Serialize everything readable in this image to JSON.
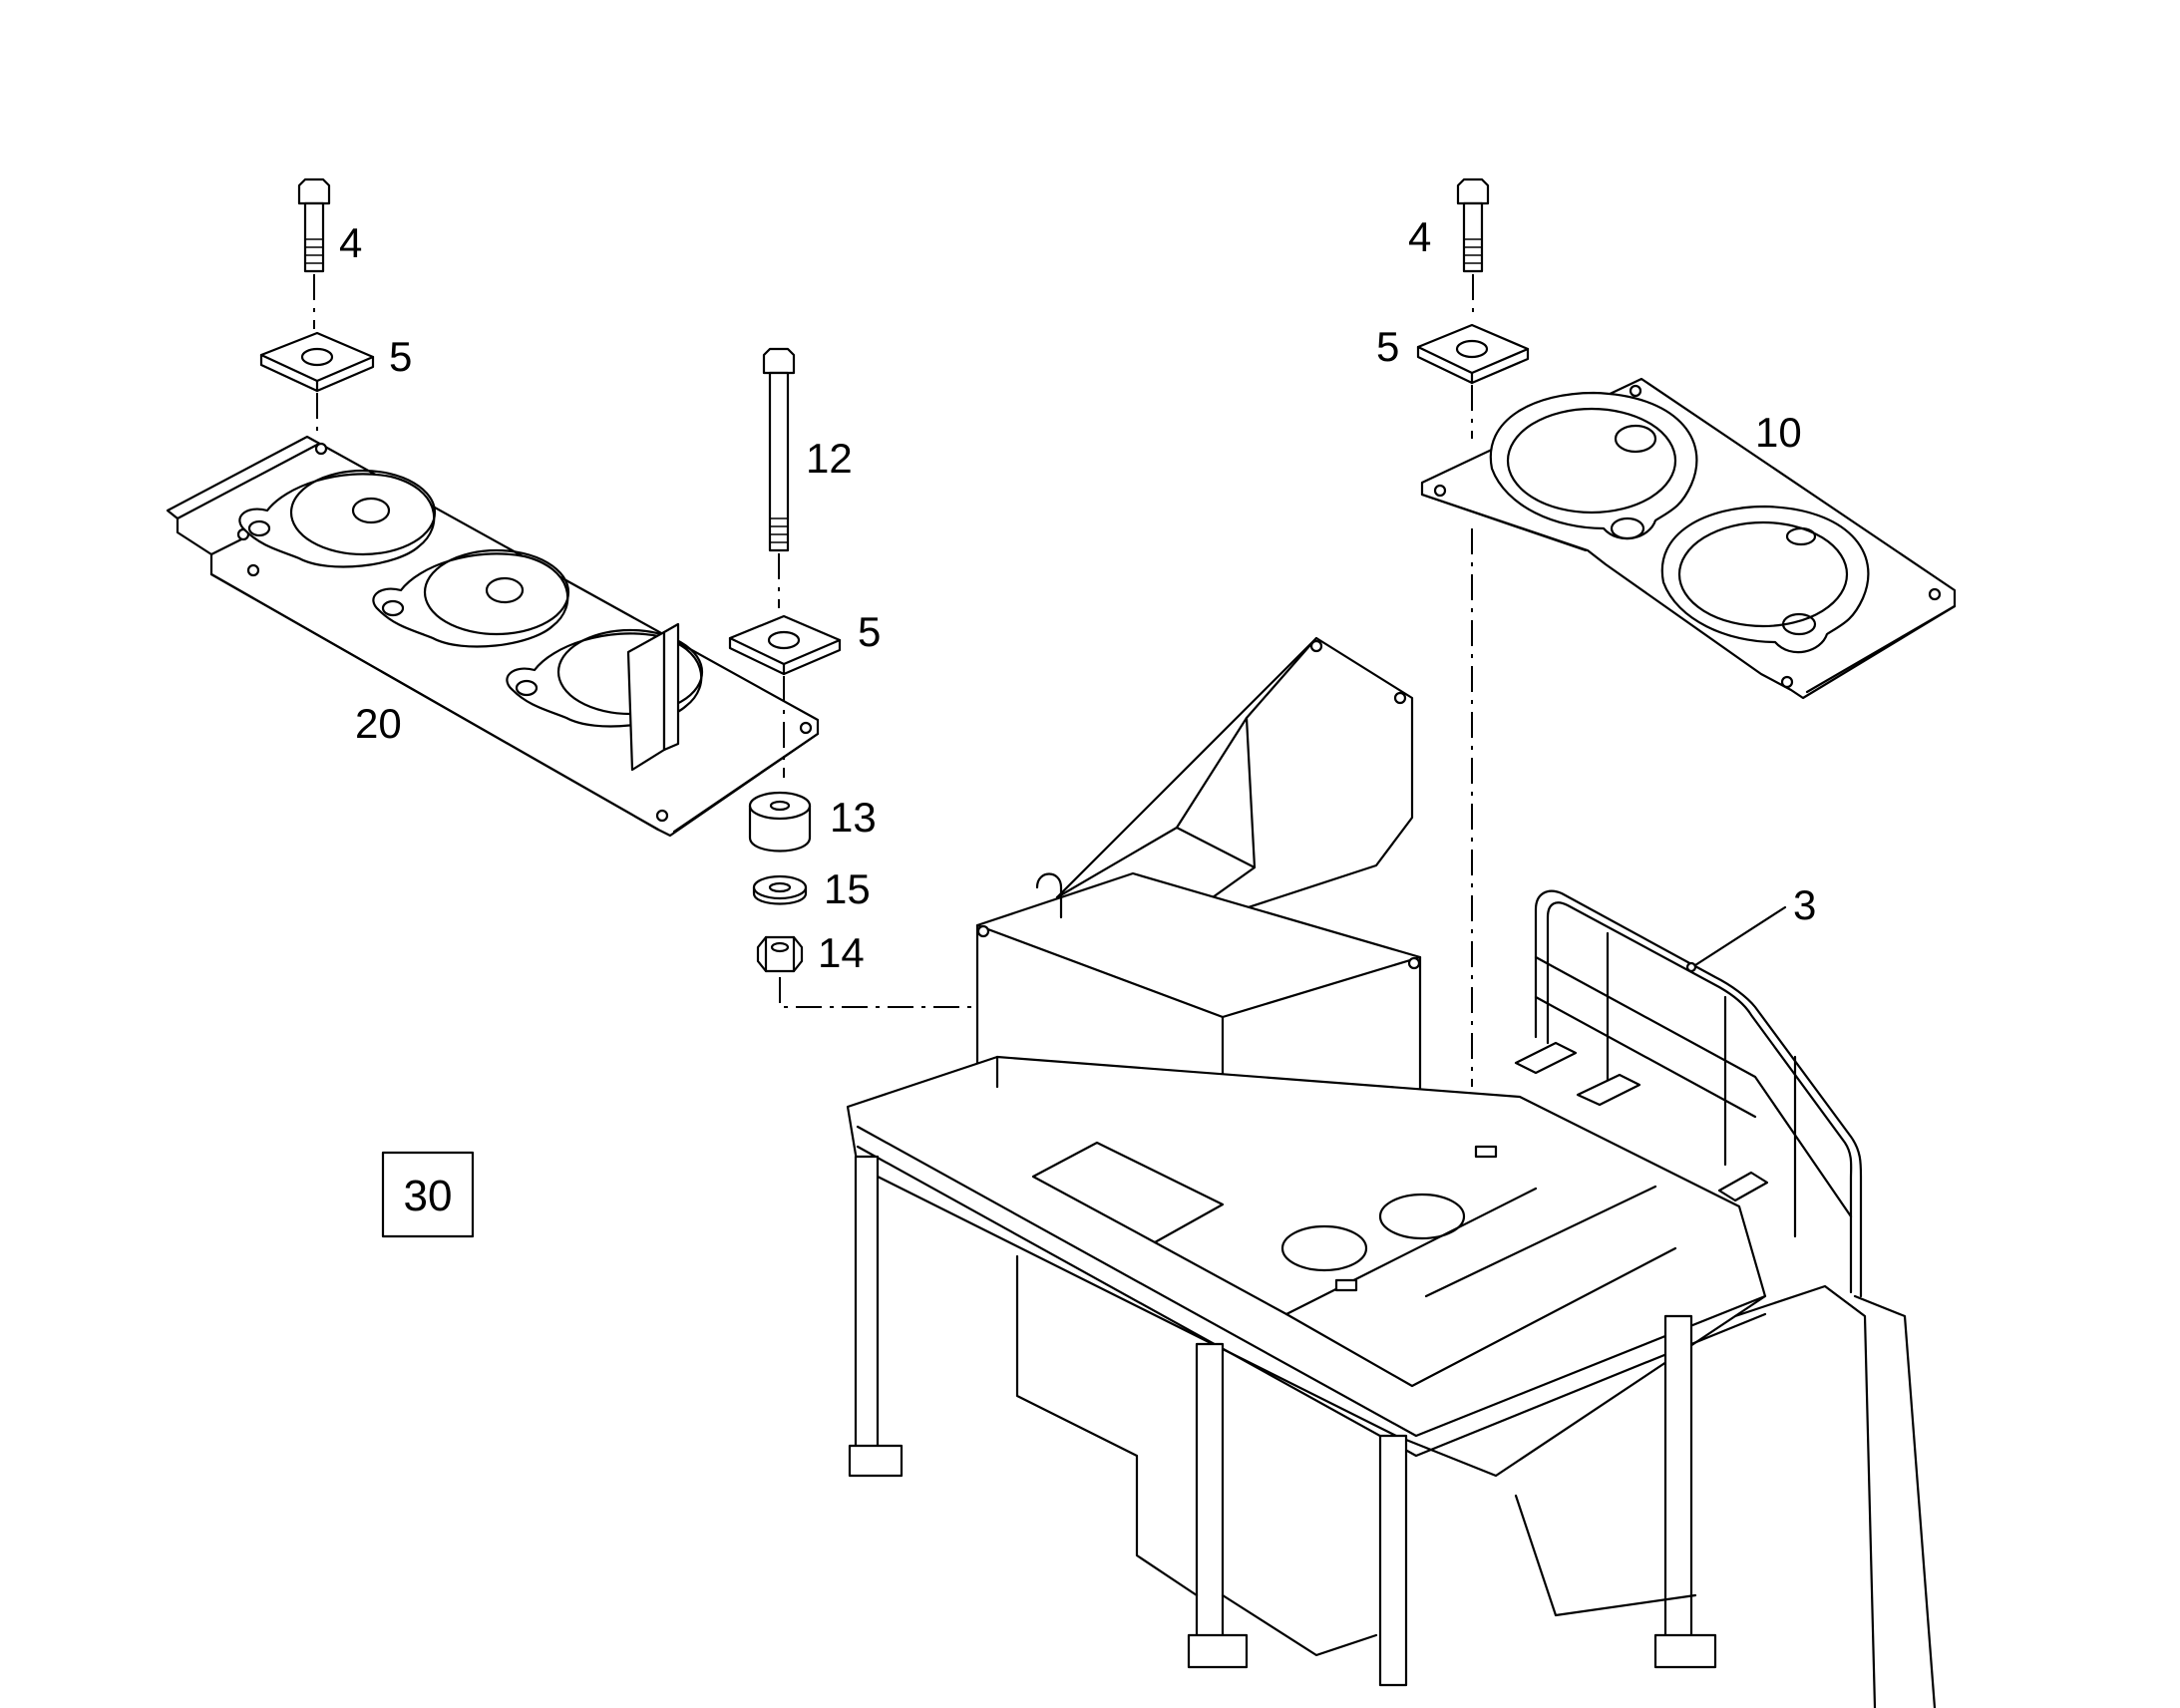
{
  "callouts": {
    "bolt_left": "4",
    "washer_left": "5",
    "plate_left": "20",
    "long_bolt": "12",
    "washer_mid": "5",
    "isolator": "13",
    "washer_small": "15",
    "nut": "14",
    "bolt_right": "4",
    "washer_right": "5",
    "plate_right": "10",
    "guard_rail": "3"
  },
  "figure_box": {
    "label": "30"
  }
}
